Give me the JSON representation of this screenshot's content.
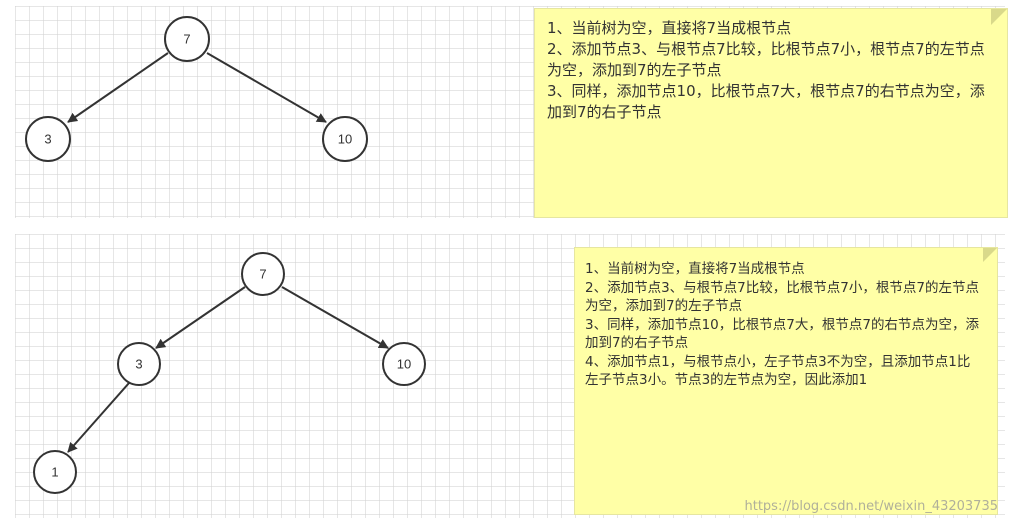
{
  "top_panel": {
    "nodes": {
      "root": "7",
      "left": "3",
      "right": "10"
    },
    "note": [
      "1、当前树为空，直接将7当成根节点",
      "2、添加节点3、与根节点7比较，比根节点7小，根节点7的左节点为空，添加到7的左子节点",
      "3、同样，添加节点10，比根节点7大，根节点7的右节点为空，添加到7的右子节点"
    ]
  },
  "bottom_panel": {
    "nodes": {
      "root": "7",
      "left": "3",
      "right": "10",
      "left_left": "1"
    },
    "note": [
      "1、当前树为空，直接将7当成根节点",
      "2、添加节点3、与根节点7比较，比根节点7小，根节点7的左节点为空，添加到7的左子节点",
      "3、同样，添加节点10，比根节点7大，根节点7的右节点为空，添加到7的右子节点",
      "4、添加节点1，与根节点小，左子节点3不为空，且添加节点1比左子节点3小。节点3的左节点为空，因此添加1"
    ]
  },
  "watermark": "https://blog.csdn.net/weixin_43203735",
  "colors": {
    "note_background": "#ffffa6",
    "node_stroke": "#333333",
    "grid_line": "#d2d2d2"
  }
}
